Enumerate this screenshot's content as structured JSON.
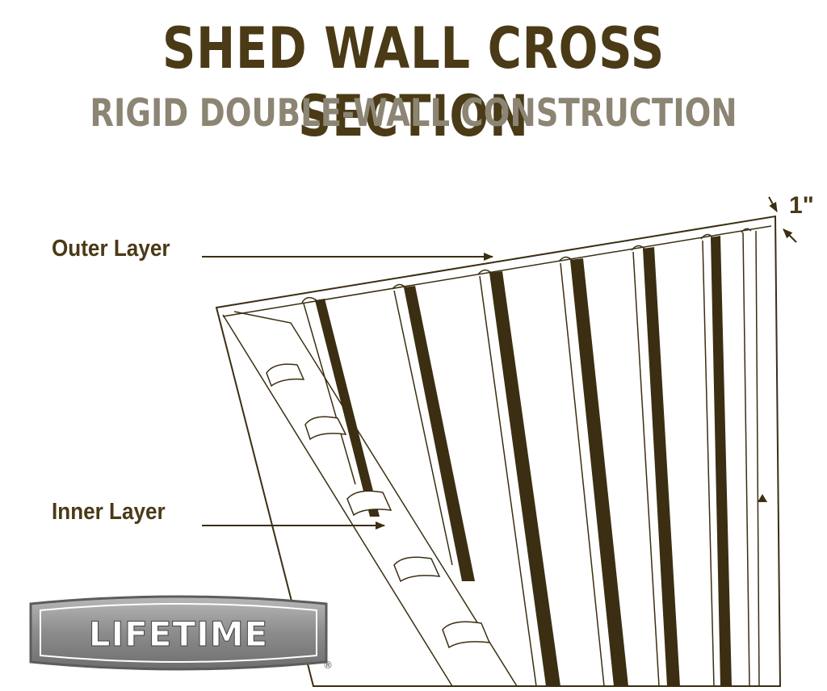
{
  "title": "SHED WALL CROSS SECTION",
  "subtitle": "RIGID DOUBLE-WALL CONSTRUCTION",
  "labels": {
    "outer": "Outer Layer",
    "inner": "Inner Layer",
    "thickness": "1\""
  },
  "logo": {
    "text": "LIFETIME",
    "registered": "®"
  },
  "colors": {
    "line": "#3b2e12",
    "accent": "#4a3a16",
    "panel": "#ffffff",
    "logo_gray": "#8a8a8a"
  }
}
